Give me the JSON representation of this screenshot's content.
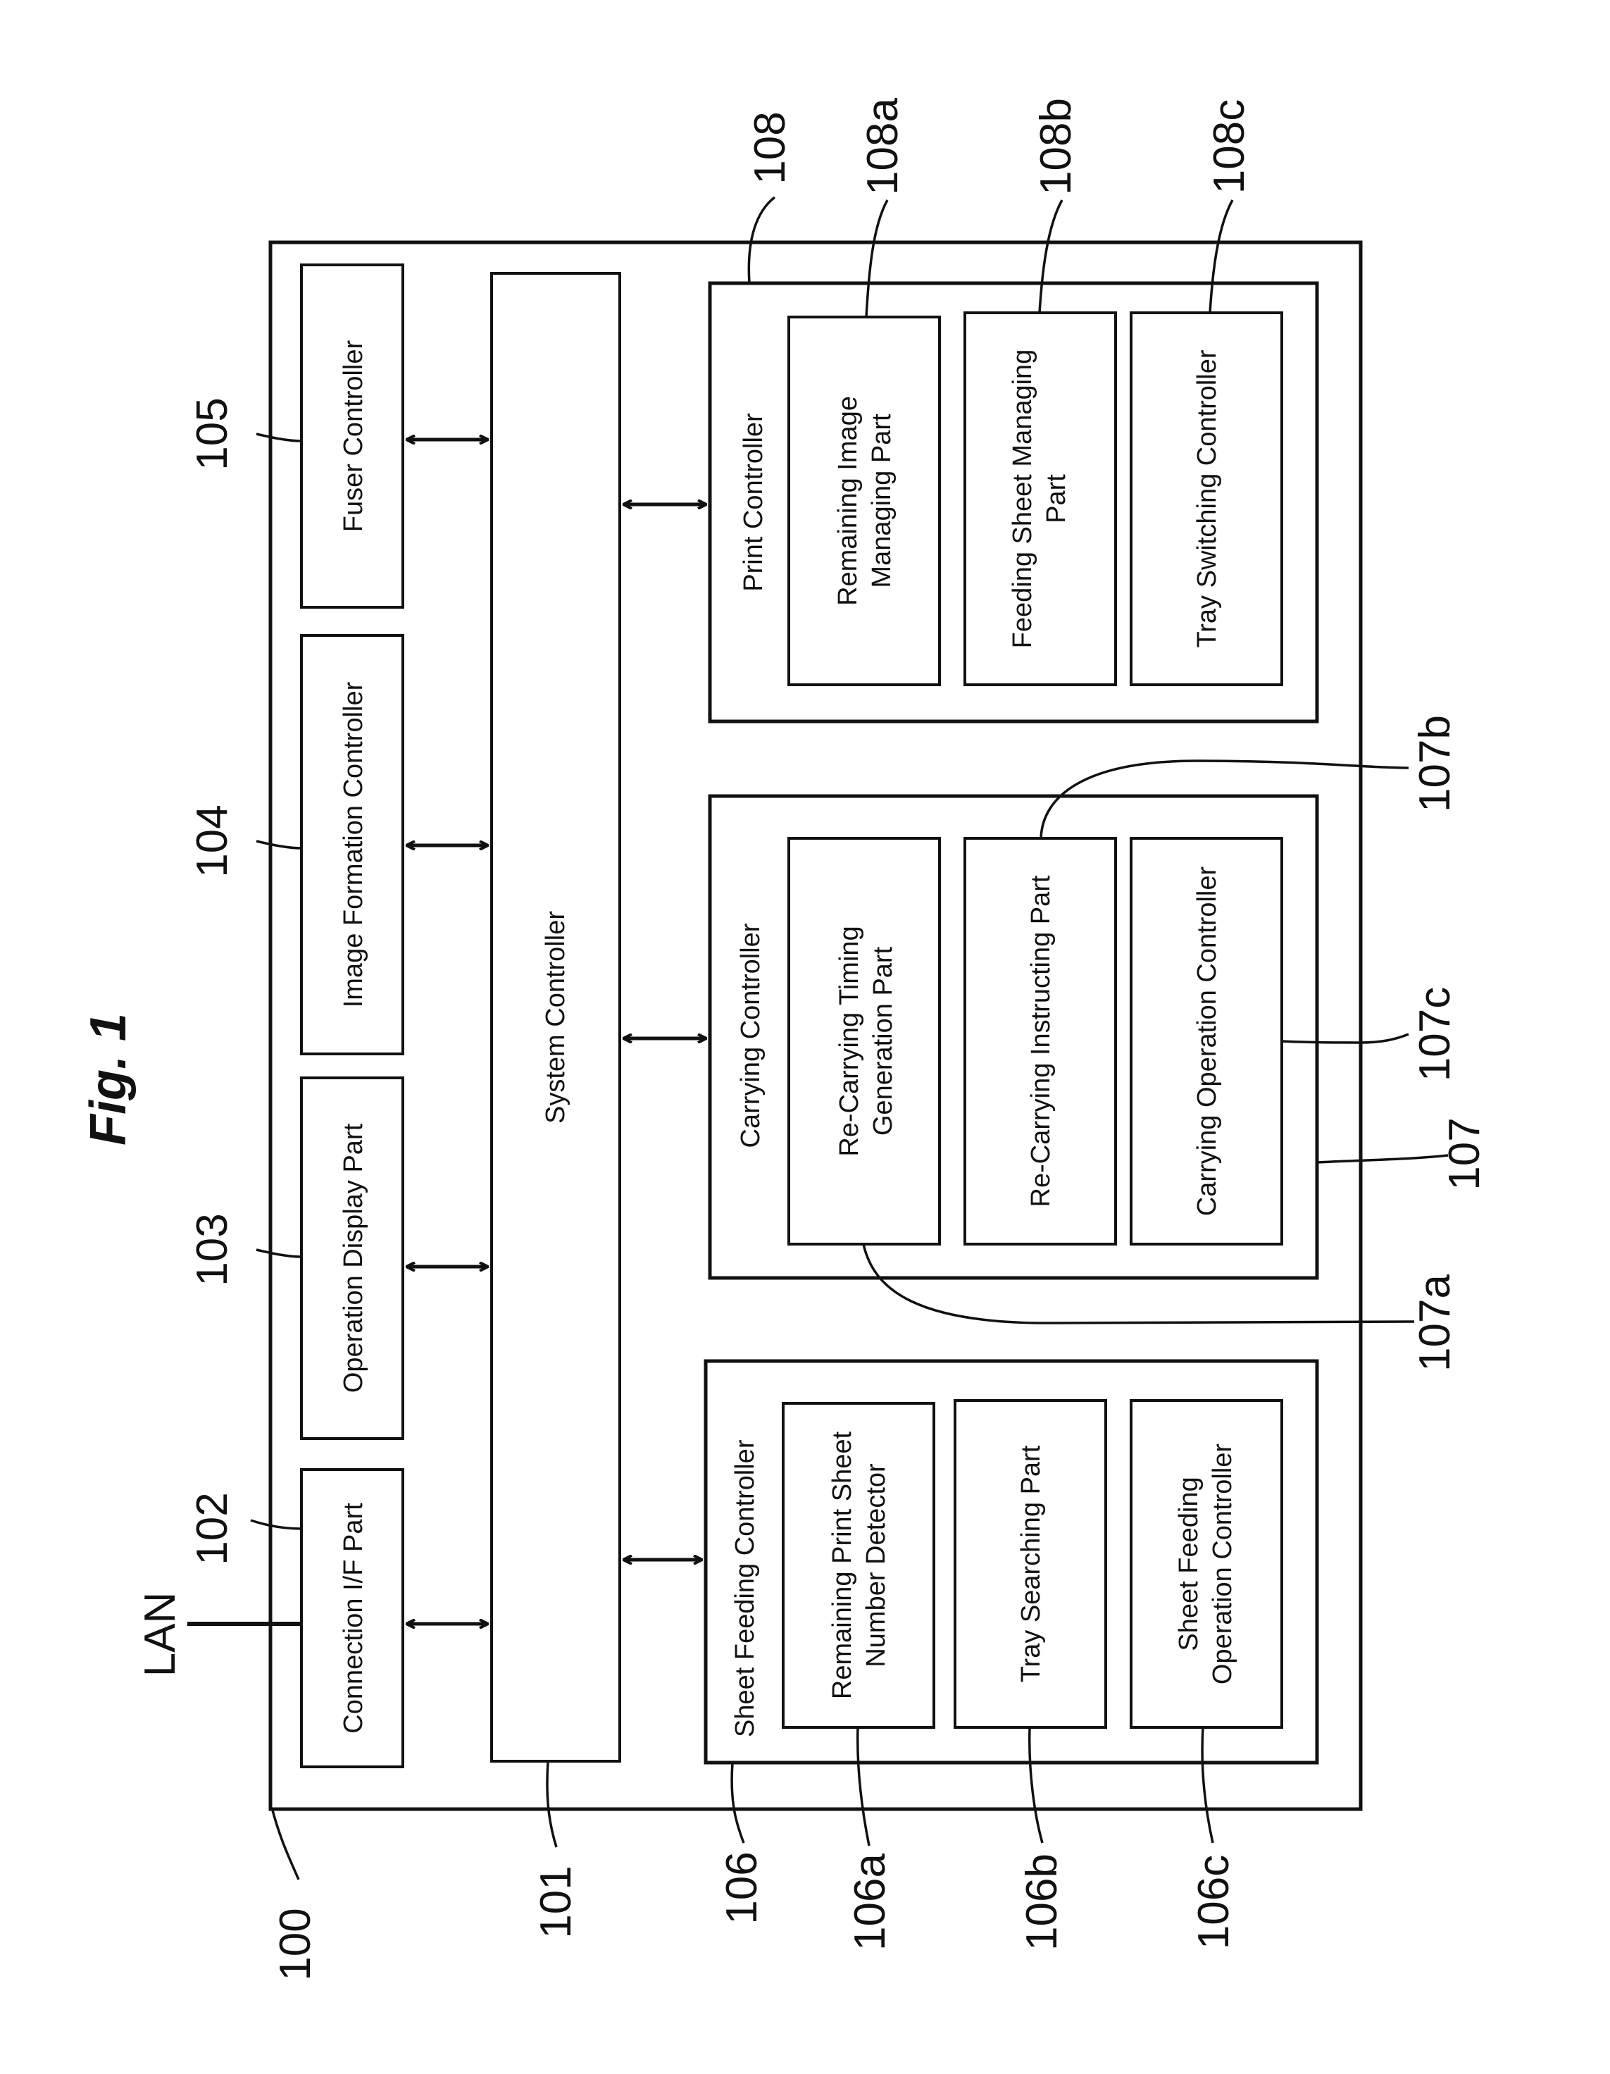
{
  "figure_title": "Fig. 1",
  "lan_label": "LAN",
  "refs": {
    "r100": "100",
    "r101": "101",
    "r102": "102",
    "r103": "103",
    "r104": "104",
    "r105": "105",
    "r106": "106",
    "r106a": "106a",
    "r106b": "106b",
    "r106c": "106c",
    "r107": "107",
    "r107a": "107a",
    "r107b": "107b",
    "r107c": "107c",
    "r108": "108",
    "r108a": "108a",
    "r108b": "108b",
    "r108c": "108c"
  },
  "blocks": {
    "connection_if": "Connection I/F Part",
    "operation_display": "Operation Display Part",
    "image_formation": "Image Formation Controller",
    "fuser": "Fuser Controller",
    "system": "System Controller",
    "sheet_feeding": "Sheet Feeding Controller",
    "remaining_print_l1": "Remaining Print Sheet",
    "remaining_print_l2": "Number Detector",
    "tray_searching": "Tray Searching Part",
    "sheet_feeding_op_l1": "Sheet Feeding",
    "sheet_feeding_op_l2": "Operation Controller",
    "carrying": "Carrying Controller",
    "recarrying_timing_l1": "Re-Carrying Timing",
    "recarrying_timing_l2": "Generation Part",
    "recarrying_instructing": "Re-Carrying Instructing Part",
    "carrying_operation": "Carrying Operation Controller",
    "print": "Print Controller",
    "remaining_image_l1": "Remaining Image",
    "remaining_image_l2": "Managing Part",
    "feeding_sheet_l1": "Feeding Sheet Managing",
    "feeding_sheet_l2": "Part",
    "tray_switching": "Tray Switching Controller"
  }
}
